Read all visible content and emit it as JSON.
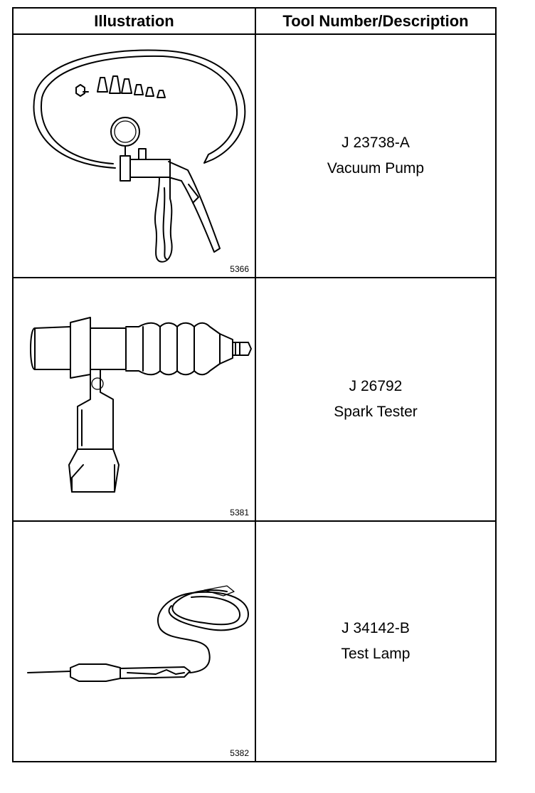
{
  "table": {
    "headers": {
      "illustration": "Illustration",
      "tool": "Tool Number/Description"
    },
    "rows": [
      {
        "figure_number": "5366",
        "tool_number": "J 23738-A",
        "description": "Vacuum Pump",
        "icon": "vacuum-pump-icon"
      },
      {
        "figure_number": "5381",
        "tool_number": "J 26792",
        "description": "Spark Tester",
        "icon": "spark-tester-icon"
      },
      {
        "figure_number": "5382",
        "tool_number": "J 34142-B",
        "description": "Test Lamp",
        "icon": "test-lamp-icon"
      }
    ]
  }
}
